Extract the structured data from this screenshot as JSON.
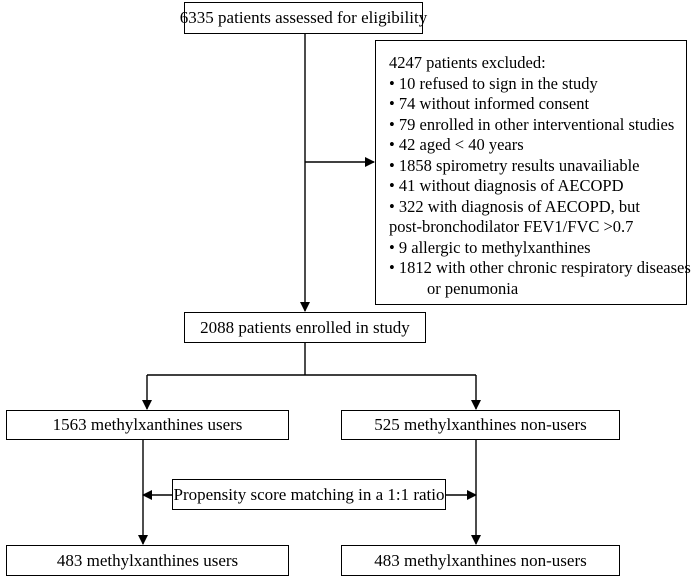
{
  "diagram": {
    "assessed": "6335 patients assessed for eligibility",
    "excluded": {
      "title": "4247 patients excluded:",
      "items": [
        "• 10 refused to sign in the study",
        "• 74 without informed consent",
        "• 79 enrolled in other interventional studies",
        "• 42 aged < 40 years",
        "• 1858 spirometry results unavailiable",
        "• 41 without diagnosis of AECOPD",
        "• 322 with diagnosis of AECOPD, but",
        "post-bronchodilator FEV1/FVC >0.7",
        "• 9 allergic to methylxanthines",
        "• 1812 with other chronic respiratory diseases",
        "or penumonia"
      ]
    },
    "enrolled": "2088 patients enrolled in study",
    "users": "1563 methylxanthines users",
    "non_users": "525 methylxanthines non-users",
    "matching": "Propensity score matching in a 1:1 ratio",
    "matched_users": "483 methylxanthines users",
    "matched_non_users": "483 methylxanthines non-users"
  }
}
